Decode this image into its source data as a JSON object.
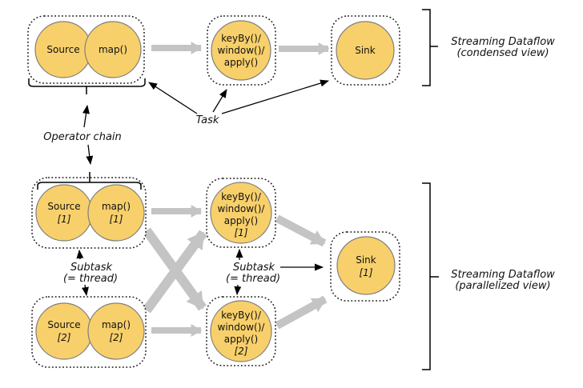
{
  "colors": {
    "node_fill": "#F8D06B",
    "node_stroke": "#7F7F7F",
    "flow_arrow": "#C4C4C4",
    "annotation_black": "#000000"
  },
  "condensed_view": {
    "source_label": "Source",
    "map_label": "map()",
    "keyby_lines": [
      "keyBy()/",
      "window()/",
      "apply()"
    ],
    "sink_label": "Sink",
    "caption": [
      "Streaming Dataflow",
      "(condensed view)"
    ]
  },
  "parallel_view": {
    "source1": [
      "Source",
      "[1]"
    ],
    "map1": [
      "map()",
      "[1]"
    ],
    "source2": [
      "Source",
      "[2]"
    ],
    "map2": [
      "map()",
      "[2]"
    ],
    "keyby1": [
      "keyBy()/",
      "window()/",
      "apply()",
      "[1]"
    ],
    "keyby2": [
      "keyBy()/",
      "window()/",
      "apply()",
      "[2]"
    ],
    "sink1": [
      "Sink",
      "[1]"
    ],
    "caption": [
      "Streaming Dataflow",
      "(parallelized view)"
    ]
  },
  "annotations": {
    "operator_chain": "Operator chain",
    "task": "Task",
    "subtask": [
      "Subtask",
      "(= thread)"
    ]
  }
}
